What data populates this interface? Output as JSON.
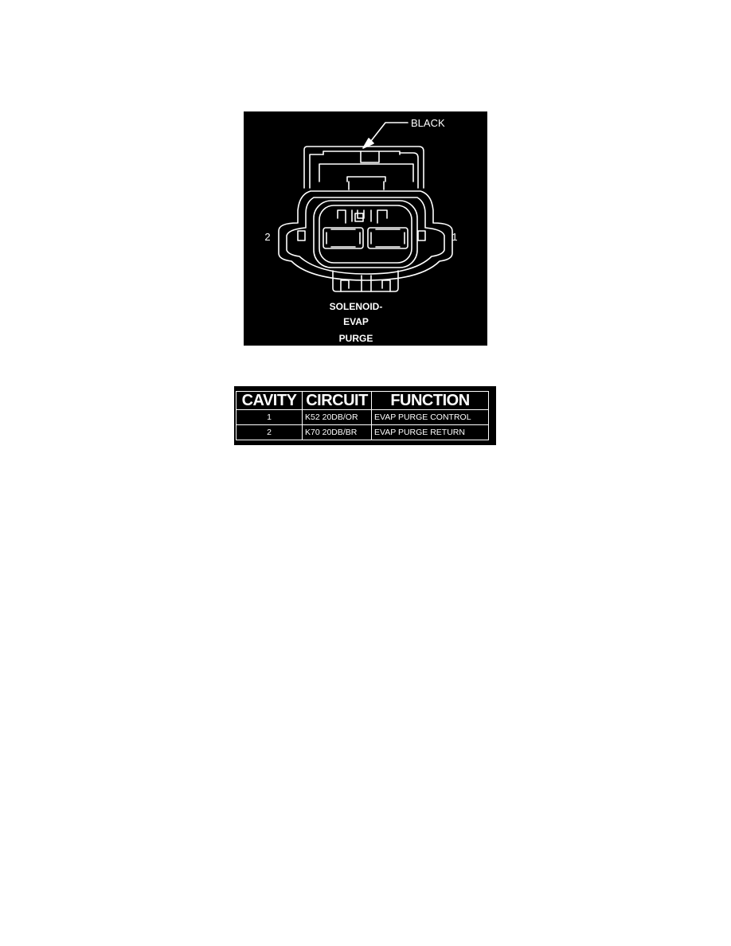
{
  "diagram": {
    "color_label": "BLACK",
    "pin_left": "2",
    "pin_right": "1",
    "title_lines": [
      "SOLENOID-",
      "EVAP",
      "PURGE"
    ]
  },
  "table": {
    "headers": [
      "CAVITY",
      "CIRCUIT",
      "FUNCTION"
    ],
    "rows": [
      {
        "cavity": "1",
        "circuit": "K52 20DB/OR",
        "function": "EVAP PURGE CONTROL"
      },
      {
        "cavity": "2",
        "circuit": "K70 20DB/BR",
        "function": "EVAP PURGE RETURN"
      }
    ]
  },
  "colors": {
    "panel": "#000000",
    "line": "#ffffff",
    "page": "#ffffff"
  }
}
